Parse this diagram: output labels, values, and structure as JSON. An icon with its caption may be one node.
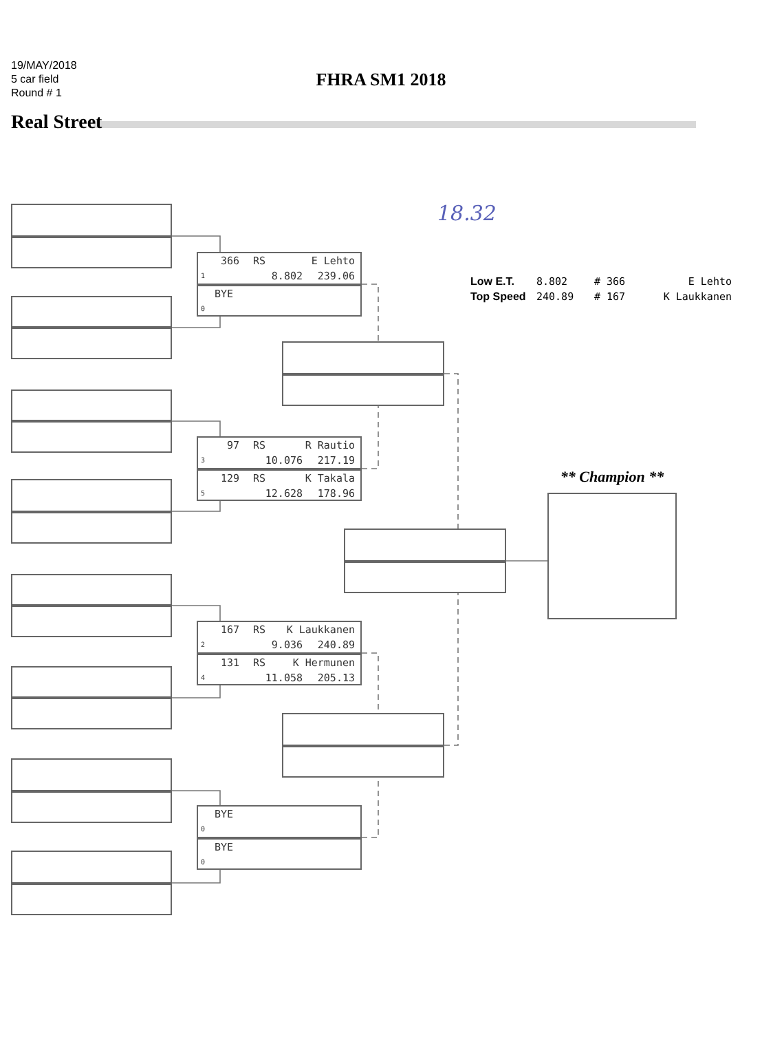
{
  "diagram": {
    "title": "FHRA SM1 2018",
    "nodes": [
      {
        "text": [],
        "shape": "box"
      },
      {
        "text": [],
        "shape": "box",
        "in": 0
      },
      {
        "text": [],
        "shape": "box",
        "in": 0
      },
      {
        "text": [],
        "shape": "box"
      },
      {
        "text": [],
        "shape": "box",
        "in": 3
      },
      {
        "text": [],
        "shape": "box",
        "in": 3
      },
      {
        "text": [],
        "shape": "box"
      },
      {
        "text": [],
        "shape": "box",
        "in": 6
      },
      {
        "text": [],
        "shape": "box",
        "in": 6
      },
      {
        "text": [],
        "shape": "box"
      },
      {
        "text": [],
        "shape": "box",
        "in": 9
      },
      {
        "text": [],
        "shape": "box",
        "in": 9
      },
      {
        "text": [],
        "shape": "box"
      },
      {
        "text": [],
        "shape": "box",
        "in": 12
      },
      {
        "text": [],
        "shape": "box",
        "in": 12
      },
      {
        "text": [],
        "shape": "box"
      },
      {
        "text": [],
        "shape": "box",
        "in": 15
      },
      {
        "text": [],
        "shape": "box",
        "in": 15
      },
      {
        "text": [],
        "shape": "box"
      },
      {
        "text": [],
        "shape": "box",
        "in": 18
      },
      {
        "text": [],
        "shape": "box",
        "in": 18
      },
      {
        "text": [],
        "shape": "box"
      },
      {
        "text": [],
        "shape": "box",
        "in": 21
      },
      {
        "text": [],
        "shape": "box",
        "in": 21
      },
      {
        "text": [],
        "shape": "box"
      },
      {
        "text": [
          "366",
          "RS",
          "E Lehto",
          "1",
          "8.802",
          "239.06"
        ],
        "in": 24
      },
      {
        "text": [
          "BYE",
          "0"
        ],
        "in": 24
      },
      {
        "text": [],
        "shape": "box"
      },
      {
        "text": [
          "97",
          "RS",
          "R Rautio",
          "3",
          "10.076",
          "217.19"
        ],
        "in": 27
      },
      {
        "text": [
          "129",
          "RS",
          "K Takala",
          "5",
          "12.628",
          "178.96"
        ],
        "in": 27
      },
      {
        "text": [],
        "shape": "box"
      },
      {
        "text": [
          "167",
          "RS",
          "K Laukkanen",
          "2",
          "9.036",
          "240.89"
        ],
        "in": 30
      },
      {
        "text": [
          "131",
          "RS",
          "K Hermunen",
          "4",
          "11.058",
          "205.13"
        ],
        "in": 30
      },
      {
        "text": [],
        "shape": "box"
      },
      {
        "text": [
          "BYE",
          "0"
        ],
        "in": 33
      },
      {
        "text": [
          "BYE",
          "0"
        ],
        "in": 33
      },
      {
        "text": [],
        "shape": "box"
      },
      {
        "text": [],
        "shape": "box",
        "in": 36
      },
      {
        "text": [],
        "shape": "box",
        "in": 36
      },
      {
        "text": [],
        "shape": "box"
      },
      {
        "text": [],
        "shape": "box",
        "in": 39
      },
      {
        "text": [],
        "shape": "box",
        "in": 39
      },
      {
        "text": [],
        "shape": "box"
      },
      {
        "text": [],
        "shape": "box",
        "in": 42
      },
      {
        "text": [],
        "shape": "box",
        "in": 42
      },
      {
        "text": [
          "** Champion **"
        ]
      }
    ],
    "edges": [
      {
        "from": 0,
        "to": 24,
        "arrow": "none"
      },
      {
        "from": 3,
        "to": 24,
        "arrow": "none"
      },
      {
        "from": 6,
        "to": 27,
        "arrow": "none"
      },
      {
        "from": 9,
        "to": 27,
        "arrow": "none"
      },
      {
        "from": 12,
        "to": 30,
        "arrow": "none"
      },
      {
        "from": 15,
        "to": 30,
        "arrow": "none"
      },
      {
        "from": 18,
        "to": 33,
        "arrow": "none"
      },
      {
        "from": 21,
        "to": 33,
        "arrow": "none"
      },
      {
        "from": 24,
        "to": 36,
        "arrow": "none",
        "style": "dashed"
      },
      {
        "from": 27,
        "to": 36,
        "arrow": "none",
        "style": "dashed"
      },
      {
        "from": 30,
        "to": 39,
        "arrow": "none",
        "style": "dashed"
      },
      {
        "from": 33,
        "to": 39,
        "arrow": "none",
        "style": "dashed"
      },
      {
        "from": 36,
        "to": 42,
        "arrow": "none",
        "style": "dashed"
      },
      {
        "from": 39,
        "to": 42,
        "arrow": "none",
        "style": "dashed"
      },
      {
        "from": 42,
        "to": 45,
        "arrow": "none"
      }
    ],
    "labels": [
      "19/MAY/2018",
      "5 car field",
      "Round # 1",
      "Real Street",
      "18.32",
      "Low E.T.",
      "8.802",
      "# 366",
      "E Lehto",
      "Top Speed",
      "240.89",
      "# 167",
      "K Laukkanen"
    ]
  }
}
